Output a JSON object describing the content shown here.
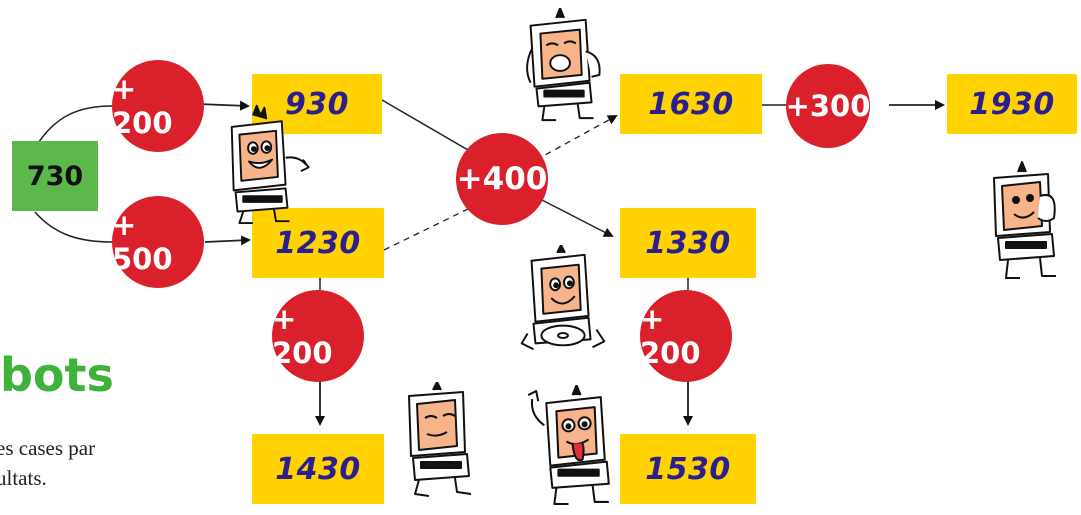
{
  "start_value": "730",
  "values": {
    "v930": "930",
    "v1230": "1230",
    "v1630": "1630",
    "v1930": "1930",
    "v1330": "1330",
    "v1430": "1430",
    "v1530": "1530"
  },
  "operations": {
    "plus200_top": "+ 200",
    "plus500": "+ 500",
    "plus400": "+400",
    "plus300": "+300",
    "plus200_left": "+ 200",
    "plus200_right": "+ 200"
  },
  "heading": "bots",
  "text_lines": [
    "es cases par",
    "ultats."
  ],
  "colors": {
    "value_box": "#ffd200",
    "value_text": "#2a1f8f",
    "start_box": "#5cb84a",
    "operation": "#d9202b",
    "heading": "#3fb23a"
  },
  "icons": [
    "robot-presenting-icon",
    "robot-crying-icon",
    "robot-phone-icon",
    "robot-holding-cd-icon",
    "robot-sleepy-icon",
    "robot-tongue-out-icon"
  ]
}
